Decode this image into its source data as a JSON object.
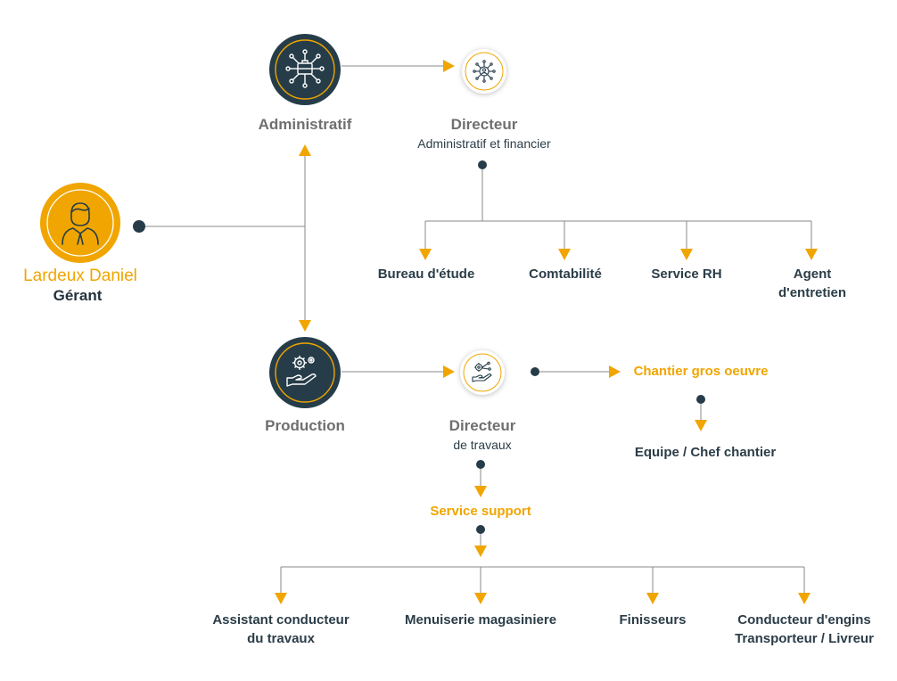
{
  "colors": {
    "dark": "#263d49",
    "gold": "#f0a500",
    "line": "#8a8a8a",
    "text": "#2b3d48",
    "grey": "#6f6f6f"
  },
  "manager": {
    "name": "Lardeux Daniel",
    "role": "Gérant",
    "icon": "manager-user-icon"
  },
  "administratif": {
    "label": "Administratif",
    "icon": "briefcase-network-icon",
    "director": {
      "title": "Directeur",
      "subtitle": "Administratif et financier",
      "icon": "user-network-icon"
    },
    "departments": [
      "Bureau d'étude",
      "Comtabilité",
      "Service RH"
    ],
    "agent": {
      "line1": "Agent",
      "line2": "d'entretien"
    }
  },
  "production": {
    "label": "Production",
    "icon": "gear-hand-icon",
    "director": {
      "title": "Directeur",
      "subtitle": "de travaux",
      "icon": "gear-hand-small-icon"
    },
    "site": {
      "label": "Chantier gros oeuvre",
      "team": "Equipe / Chef chantier"
    },
    "support": {
      "label": "Service support",
      "assistant": {
        "line1": "Assistant conducteur",
        "line2": "du travaux"
      },
      "menuiserie": "Menuiserie magasiniere",
      "finisseurs": "Finisseurs",
      "conducteur": {
        "line1": "Conducteur d'engins",
        "line2": "Transporteur / Livreur"
      }
    }
  }
}
